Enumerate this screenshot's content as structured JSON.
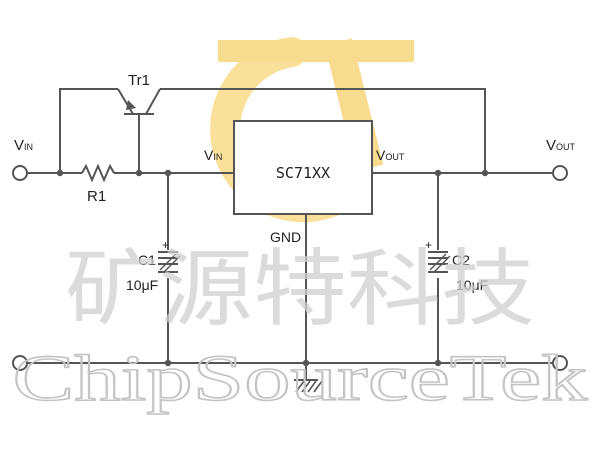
{
  "diagram": {
    "labels": {
      "vin_left": "V",
      "vin_left_sub": "IN",
      "vout_right": "V",
      "vout_right_sub": "OUT",
      "tr1": "Tr1",
      "r1": "R1",
      "ic_vin": "V",
      "ic_vin_sub": "IN",
      "ic_vout": "V",
      "ic_vout_sub": "OUT",
      "ic_name": "SC71XX",
      "gnd": "GND",
      "c1": "C1",
      "c1_value": "10μF",
      "c2": "C2",
      "c2_value": "10μF",
      "plus_c1": "+",
      "plus_c2": "+"
    },
    "watermark": {
      "chinese": "矿源特科技",
      "english": "ChipSourceTek"
    },
    "colors": {
      "wire": "#555555",
      "logo": "#f7d77a",
      "watermark": "#c8c8c8"
    }
  }
}
